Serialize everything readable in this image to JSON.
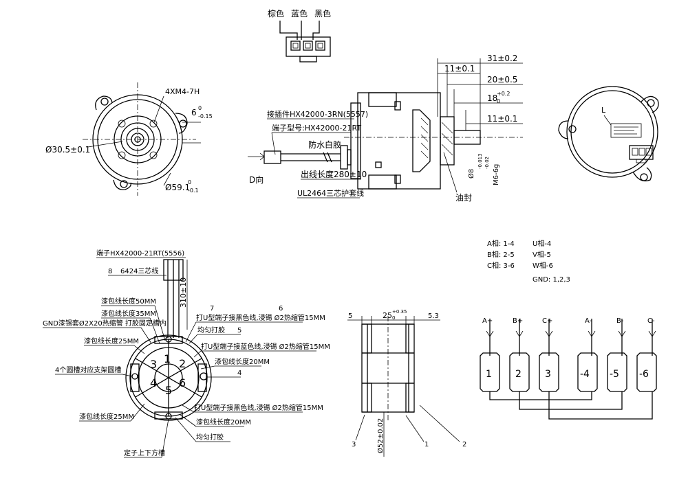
{
  "connector_colors": [
    "棕色",
    "蓝色",
    "黑色"
  ],
  "front_view": {
    "hole_spec": "4XM4-7H",
    "diam_a": "Ø30.5±0.1",
    "diam_b": "Ø59.1",
    "diam_b_tol_upper": "0",
    "diam_b_tol_lower": "-0.1",
    "height_6": "6",
    "height_6_tol_upper": "0",
    "height_6_tol_lower": "-0.15"
  },
  "side_view": {
    "dim_31": "31±0.2",
    "dim_11_top": "11±0.1",
    "dim_20": "20±0.5",
    "dim_18": "18",
    "dim_18_tol_upper": "+0.2",
    "dim_18_tol_lower": "0",
    "dim_11_right": "11±0.1",
    "connector_label": "接插件HX42000-3RN(5557)",
    "terminal_label": "端子型号:HX42000-21RT",
    "waterproof_label": "防水白胶",
    "lead_length_label": "出线长度280±10",
    "sheath_label": "UL2464三芯护套线",
    "direction_label": "D向",
    "shaft_dim": "Ø8",
    "shaft_tol_upper": "-0.013",
    "shaft_tol_lower": "-0.02",
    "thread_dim": "M6-6g",
    "oil_seal_label": "油封"
  },
  "rear_view": {
    "label_L": "L"
  },
  "stator_view": {
    "terminal_top": "端子HX42000-21RT(5556)",
    "item8": "8",
    "cable_label": "6424三芯线",
    "cable_length": "310±10",
    "wrap_50": "漆包线长度50MM",
    "wrap_35": "漆包线长度35MM",
    "gnd_label": "GND漆锡套Ø2X20热缩管 打胶固定槽内",
    "wrap_25_top": "漆包线长度25MM",
    "four_slots": "4个圆槽对应支架圆槽",
    "wrap_25_bottom": "漆包线长度25MM",
    "stator_updown": "定子上下方槽",
    "item7": "7",
    "item6": "6",
    "label_7_text": "打U型端子接黑色线,浸锡 Ø2热缩管15MM",
    "even_glue_top": "均匀打胶",
    "item5": "5",
    "label_blue": "打U型端子接蓝色线,浸锡 Ø2热缩管15MM",
    "wrap_20_top": "漆包线长度20MM",
    "item4": "4",
    "label_brown": "打U型端子接黑色线,浸锡 Ø2热缩管15MM",
    "wrap_20_bottom": "漆包线长度20MM",
    "even_glue_bottom": "均匀打胶",
    "coil_numbers": [
      "1",
      "2",
      "3",
      "4",
      "5",
      "6"
    ]
  },
  "section_view": {
    "dim_5": "5",
    "dim_25": "25",
    "dim_25_tol_upper": "+0.35",
    "dim_25_tol_lower": "0",
    "dim_53": "5.3",
    "diam_52": "Ø52±0.02",
    "item1": "1",
    "item2": "2",
    "item3": "3"
  },
  "phase_table": {
    "a": "A相: 1-4",
    "b": "B相: 2-5",
    "c": "C相: 3-6",
    "u": "U相-4",
    "v": "V相-5",
    "w": "W相-6",
    "gnd": "GND: 1,2,3"
  },
  "winding_diagram": {
    "terminals": [
      "A+",
      "B+",
      "C+",
      "A-",
      "B-",
      "C-"
    ],
    "coils": [
      "1",
      "2",
      "3",
      "-4",
      "-5",
      "-6"
    ]
  }
}
